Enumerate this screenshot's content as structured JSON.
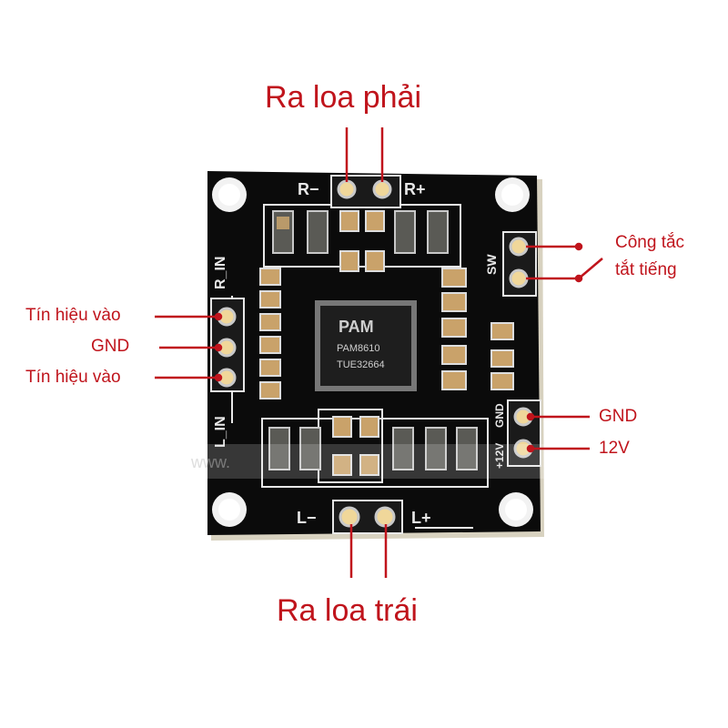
{
  "annotations": {
    "top_title": "Ra loa phải",
    "bottom_title": "Ra loa trái",
    "left_signal_top": "Tín hiệu vào",
    "left_gnd": "GND",
    "left_signal_bottom": "Tín hiệu vào",
    "switch_line1": "Công tắc",
    "switch_line2": "tắt tiếng",
    "power_gnd": "GND",
    "power_12v": "12V"
  },
  "silkscreen": {
    "r_minus": "R−",
    "r_plus": "R+",
    "l_minus": "L−",
    "l_plus": "L+",
    "r_in": "R_IN",
    "l_in": "L_IN",
    "sw": "SW",
    "gnd": "GND",
    "v12": "+12V"
  },
  "chip": {
    "brand": "PAM",
    "model": "PAM8610",
    "lot": "TUE32664"
  },
  "watermark": "www.",
  "colors": {
    "annotation": "#c0141c",
    "board": "#0b0b0b",
    "silkscreen": "#e8e8e8",
    "background": "#ffffff"
  }
}
